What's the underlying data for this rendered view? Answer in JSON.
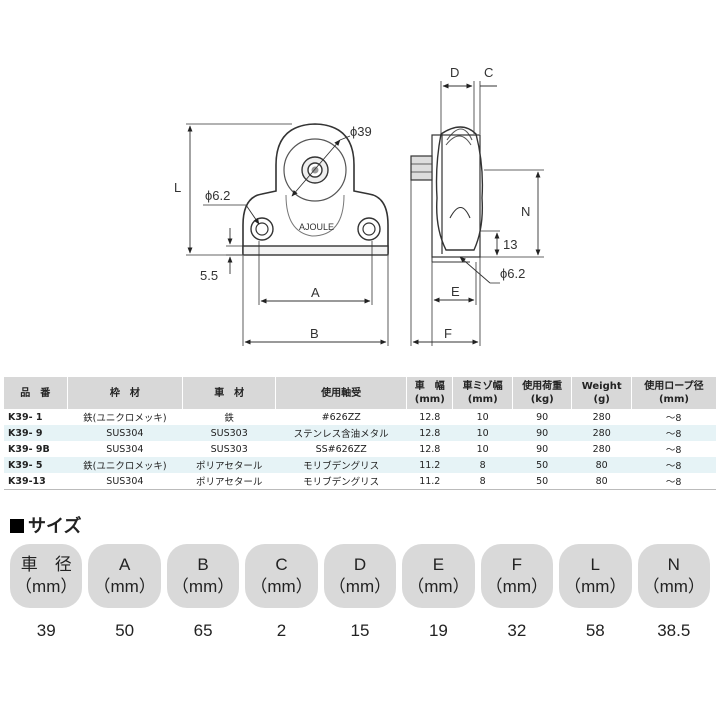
{
  "drawing": {
    "phi39": "ϕ39",
    "phi62_left": "ϕ6.2",
    "phi62_right": "ϕ6.2",
    "L": "L",
    "dim55": "5.5",
    "A": "A",
    "B": "B",
    "D": "D",
    "C": "C",
    "N": "N",
    "dim13": "13",
    "E": "E",
    "F": "F",
    "brand": "AJOULE"
  },
  "spec_table": {
    "headers": [
      "品　番",
      "枠　材",
      "車　材",
      "使用軸受",
      "車　幅\n(mm)",
      "車ミゾ幅\n(mm)",
      "使用荷重\n(kg)",
      "Weight\n(g)",
      "使用ロープ径\n(mm)"
    ],
    "rows": [
      [
        "K39- 1",
        "鉄(ユニクロメッキ)",
        "鉄",
        "#626ZZ",
        "12.8",
        "10",
        "90",
        "280",
        "～8"
      ],
      [
        "K39- 9",
        "SUS304",
        "SUS303",
        "ステンレス含油メタル",
        "12.8",
        "10",
        "90",
        "280",
        "～8"
      ],
      [
        "K39- 9B",
        "SUS304",
        "SUS303",
        "SS#626ZZ",
        "12.8",
        "10",
        "90",
        "280",
        "～8"
      ],
      [
        "K39- 5",
        "鉄(ユニクロメッキ)",
        "ポリアセタール",
        "モリブデングリス",
        "11.2",
        "8",
        "50",
        "80",
        "～8"
      ],
      [
        "K39-13",
        "SUS304",
        "ポリアセタール",
        "モリブデングリス",
        "11.2",
        "8",
        "50",
        "80",
        "～8"
      ]
    ]
  },
  "size_section": {
    "title": "サイズ",
    "headers": [
      "車　径\n（mm）",
      "A\n（mm）",
      "B\n（mm）",
      "C\n（mm）",
      "D\n（mm）",
      "E\n（mm）",
      "F\n（mm）",
      "L\n（mm）",
      "N\n（mm）"
    ],
    "values": [
      "39",
      "50",
      "65",
      "2",
      "15",
      "19",
      "32",
      "58",
      "38.5"
    ]
  }
}
